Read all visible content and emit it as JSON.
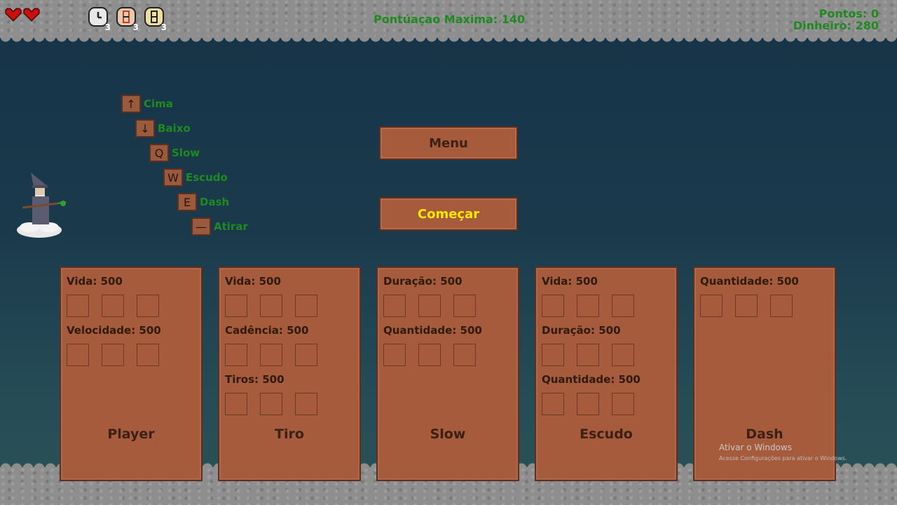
{
  "hud": {
    "high_score": "Pontúaçao Maxima: 140",
    "points": "Pontos: 0",
    "money": "Dinheiro: 280",
    "lives": 2,
    "powerups": [
      {
        "icon": "clock-icon",
        "count": "3"
      },
      {
        "icon": "shield-rune-icon",
        "count": "3"
      },
      {
        "icon": "dash-rune-icon",
        "count": "3"
      }
    ]
  },
  "controls": [
    {
      "key": "↑",
      "label": "Cima"
    },
    {
      "key": "↓",
      "label": "Baixo"
    },
    {
      "key": "Q",
      "label": "Slow"
    },
    {
      "key": "W",
      "label": "Escudo"
    },
    {
      "key": "E",
      "label": "Dash"
    },
    {
      "key": "—",
      "label": "Atirar"
    }
  ],
  "buttons": {
    "menu": "Menu",
    "start": "Começar"
  },
  "panels": [
    {
      "title": "Player",
      "stats": [
        {
          "label": "Vida: 500"
        },
        {
          "label": "Velocidade: 500"
        }
      ]
    },
    {
      "title": "Tiro",
      "stats": [
        {
          "label": "Vida: 500"
        },
        {
          "label": "Cadência: 500"
        },
        {
          "label": "Tiros: 500"
        }
      ]
    },
    {
      "title": "Slow",
      "stats": [
        {
          "label": "Duração: 500"
        },
        {
          "label": "Quantidade: 500"
        }
      ]
    },
    {
      "title": "Escudo",
      "stats": [
        {
          "label": "Vida: 500"
        },
        {
          "label": "Duração: 500"
        },
        {
          "label": "Quantidade: 500"
        }
      ]
    },
    {
      "title": "Dash",
      "stats": [
        {
          "label": "Quantidade: 500"
        }
      ]
    }
  ],
  "watermark": {
    "line1": "Ativar o Windows",
    "line2": "Acesse Configurações para ativar o Windows."
  },
  "colors": {
    "hud_green": "#1f8a1f",
    "wood": "#a55b3c",
    "start_yellow": "#ffe800",
    "heart_red": "#cc1010"
  }
}
